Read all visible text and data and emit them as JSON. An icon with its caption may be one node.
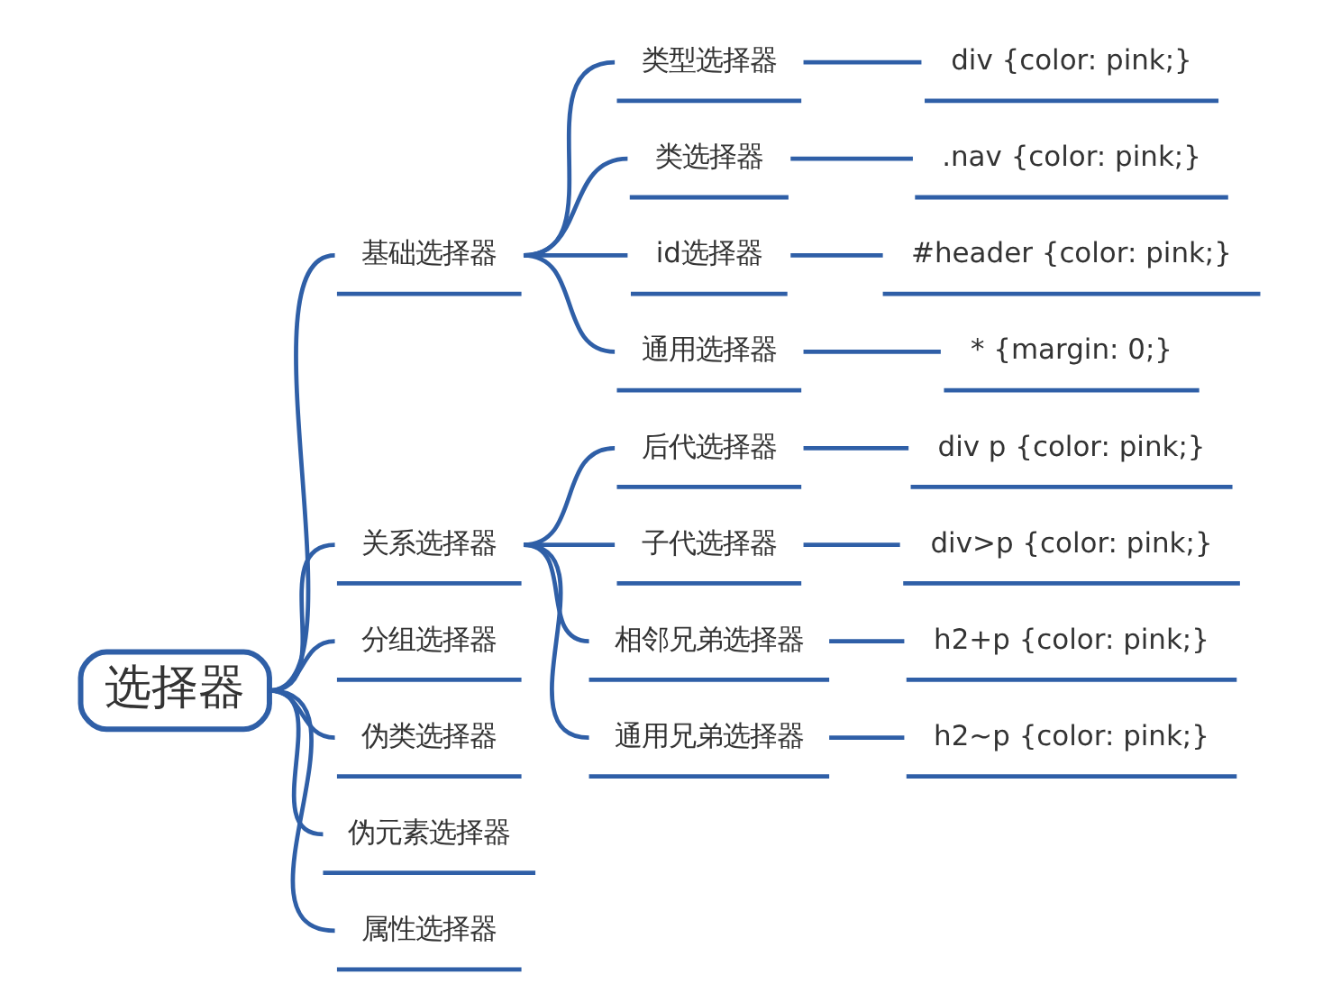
{
  "diagram": {
    "nodes": [
      {
        "text": [
          "选择器"
        ]
      },
      {
        "text": [
          "基础选择器"
        ]
      },
      {
        "text": [
          "类型选择器"
        ]
      },
      {
        "text": [
          "div {color: pink;}"
        ]
      },
      {
        "text": [
          "类选择器"
        ]
      },
      {
        "text": [
          ".nav {color: pink;}"
        ]
      },
      {
        "text": [
          "id选择器"
        ]
      },
      {
        "text": [
          "#header {color: pink;}"
        ]
      },
      {
        "text": [
          "通用选择器"
        ]
      },
      {
        "text": [
          "* {margin: 0;}"
        ]
      },
      {
        "text": [
          "关系选择器"
        ]
      },
      {
        "text": [
          "后代选择器"
        ]
      },
      {
        "text": [
          "div p {color: pink;}"
        ]
      },
      {
        "text": [
          "子代选择器"
        ]
      },
      {
        "text": [
          "div>p {color: pink;}"
        ]
      },
      {
        "text": [
          "相邻兄弟选择器"
        ]
      },
      {
        "text": [
          "h2+p {color: pink;}"
        ]
      },
      {
        "text": [
          "通用兄弟选择器"
        ]
      },
      {
        "text": [
          "h2~p {color: pink;}"
        ]
      },
      {
        "text": [
          "分组选择器"
        ]
      },
      {
        "text": [
          "伪类选择器"
        ]
      },
      {
        "text": [
          "伪元素选择器"
        ]
      },
      {
        "text": [
          "属性选择器"
        ]
      }
    ],
    "edges": [
      {
        "from": 0,
        "to": 1,
        "arrow": "none"
      },
      {
        "from": 1,
        "to": 2,
        "arrow": "none"
      },
      {
        "from": 2,
        "to": 3,
        "arrow": "none"
      },
      {
        "from": 1,
        "to": 4,
        "arrow": "none"
      },
      {
        "from": 4,
        "to": 5,
        "arrow": "none"
      },
      {
        "from": 1,
        "to": 6,
        "arrow": "none"
      },
      {
        "from": 6,
        "to": 7,
        "arrow": "none"
      },
      {
        "from": 1,
        "to": 8,
        "arrow": "none"
      },
      {
        "from": 8,
        "to": 9,
        "arrow": "none"
      },
      {
        "from": 0,
        "to": 10,
        "arrow": "none"
      },
      {
        "from": 10,
        "to": 11,
        "arrow": "none"
      },
      {
        "from": 11,
        "to": 12,
        "arrow": "none"
      },
      {
        "from": 10,
        "to": 13,
        "arrow": "none"
      },
      {
        "from": 13,
        "to": 14,
        "arrow": "none"
      },
      {
        "from": 10,
        "to": 15,
        "arrow": "none"
      },
      {
        "from": 15,
        "to": 16,
        "arrow": "none"
      },
      {
        "from": 10,
        "to": 17,
        "arrow": "none"
      },
      {
        "from": 17,
        "to": 18,
        "arrow": "none"
      },
      {
        "from": 0,
        "to": 19,
        "arrow": "none"
      },
      {
        "from": 0,
        "to": 20,
        "arrow": "none"
      },
      {
        "from": 0,
        "to": 21,
        "arrow": "none"
      },
      {
        "from": 0,
        "to": 22,
        "arrow": "none"
      }
    ]
  }
}
